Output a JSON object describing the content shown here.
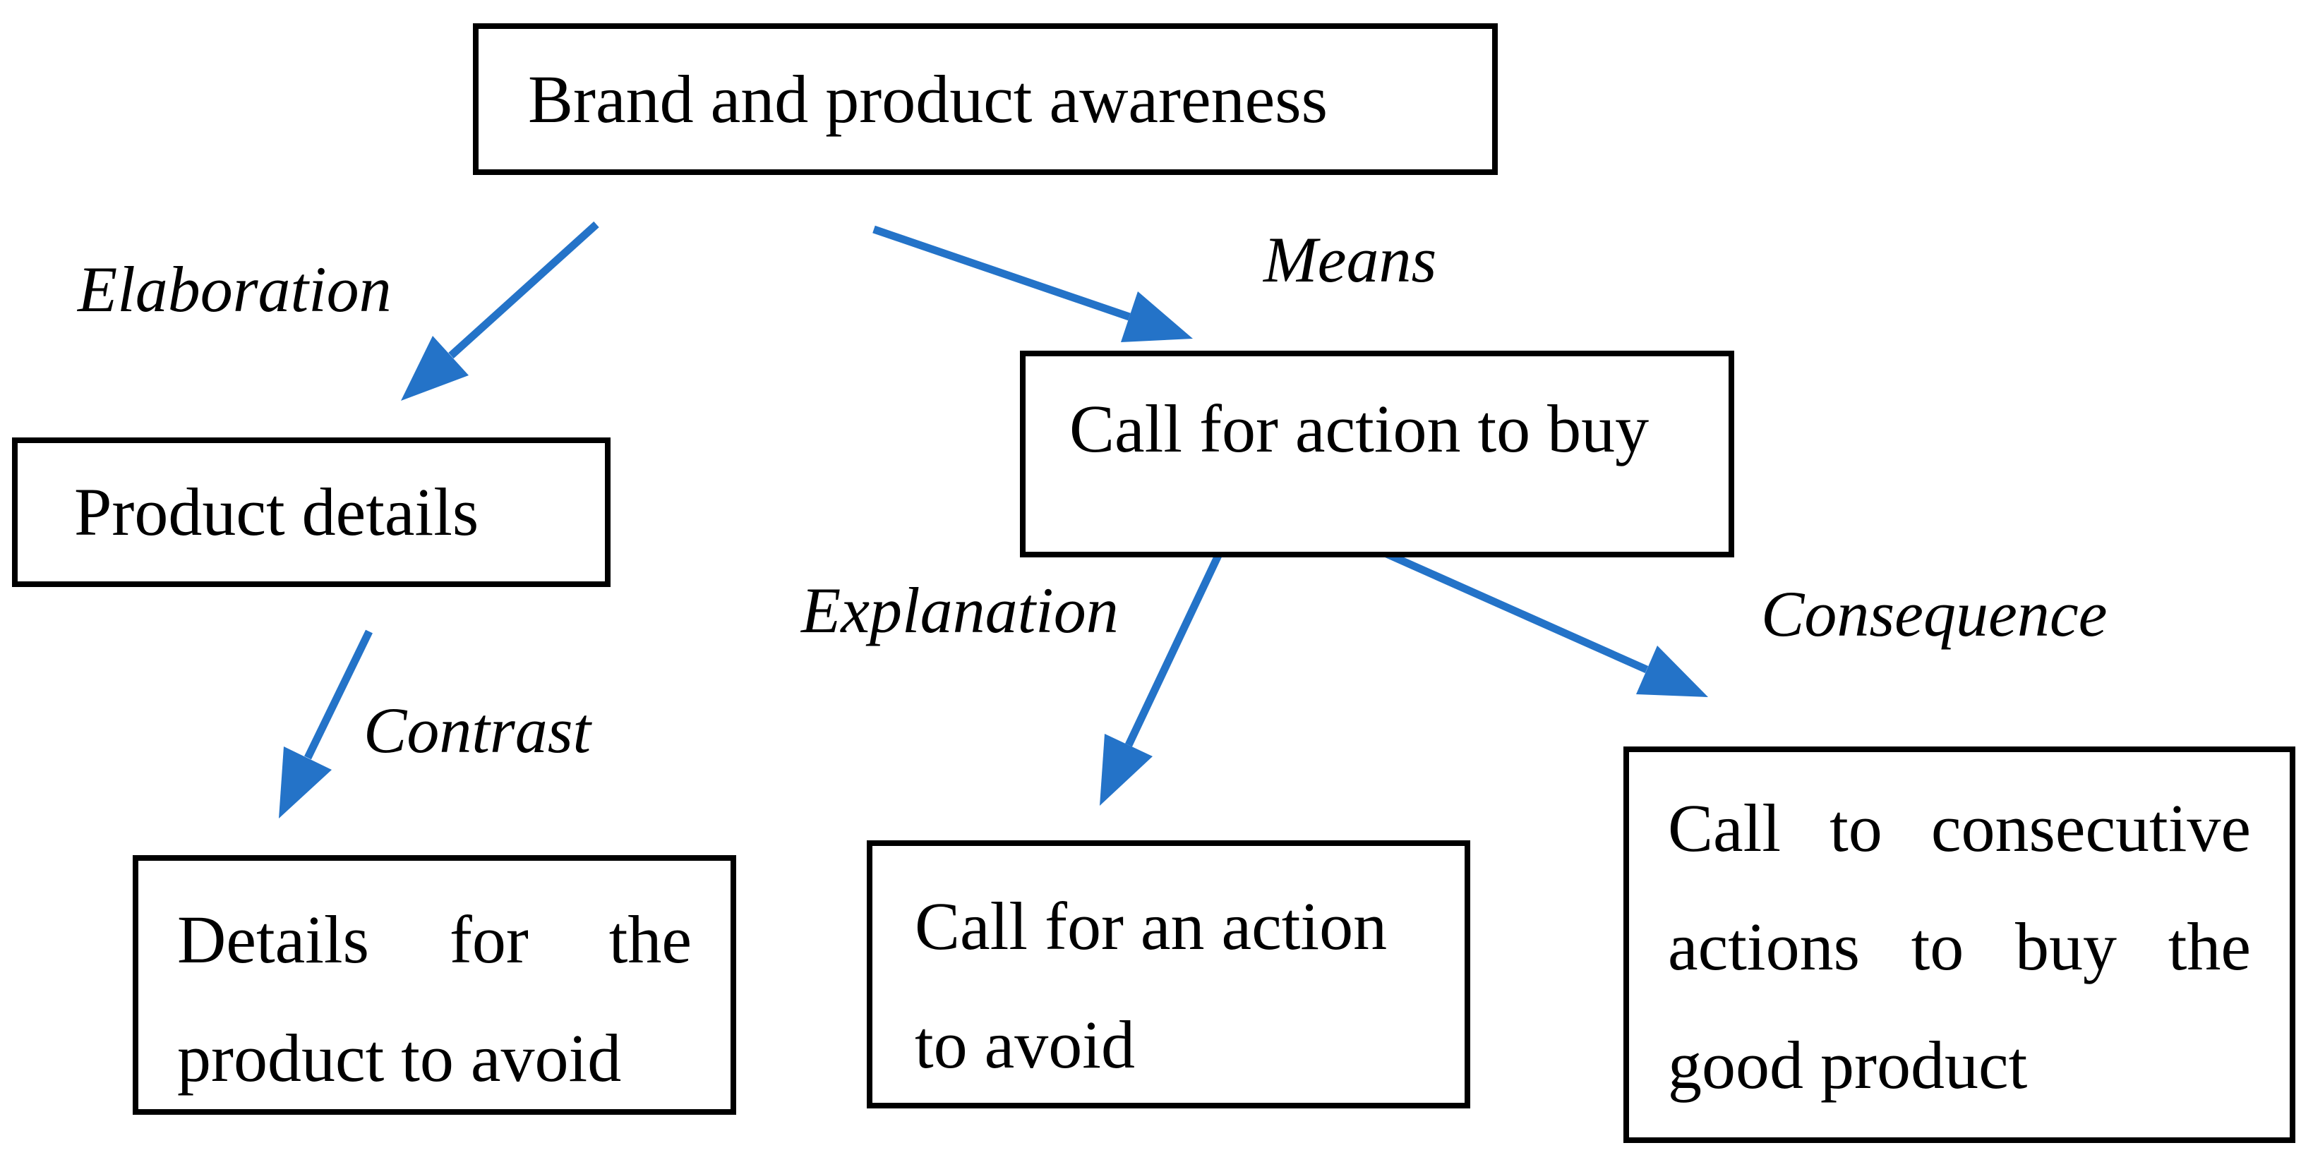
{
  "colors": {
    "accent": "#2473c8",
    "border": "#000000",
    "text": "#000000",
    "background": "#ffffff"
  },
  "nodes": {
    "brand": {
      "label": "Brand and product awareness"
    },
    "product_details": {
      "label": "Product details"
    },
    "call_to_buy": {
      "label": "Call for action to buy"
    },
    "details_avoid": {
      "lines": [
        "Details for the",
        "product to avoid"
      ]
    },
    "action_avoid": {
      "lines": [
        "Call for an action",
        "to avoid"
      ]
    },
    "consecutive": {
      "lines": [
        "Call to consecutive",
        "actions to buy the",
        "good product"
      ]
    }
  },
  "edge_labels": {
    "elaboration": "Elaboration",
    "means": "Means",
    "explanation": "Explanation",
    "contrast": "Contrast",
    "consequence": "Consequence"
  }
}
